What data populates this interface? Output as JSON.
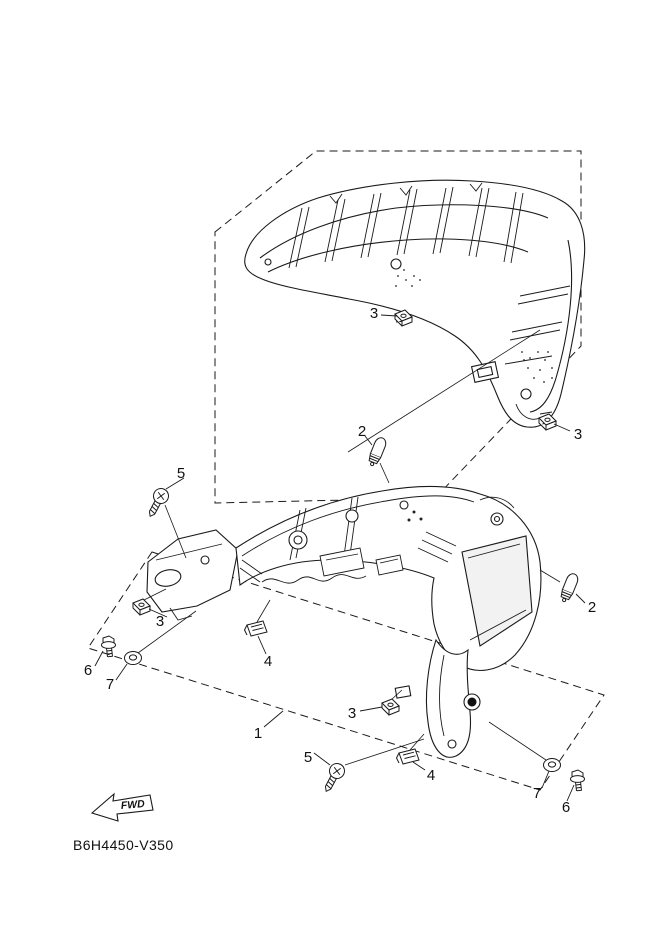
{
  "diagram": {
    "part_code": "B6H4450-V350",
    "fwd_label": "FWD",
    "callouts": [
      {
        "label": "3"
      },
      {
        "label": "3"
      },
      {
        "label": "2"
      },
      {
        "label": "5"
      },
      {
        "label": "2"
      },
      {
        "label": "3"
      },
      {
        "label": "6"
      },
      {
        "label": "7"
      },
      {
        "label": "4"
      },
      {
        "label": "3"
      },
      {
        "label": "1"
      },
      {
        "label": "5"
      },
      {
        "label": "4"
      },
      {
        "label": "7"
      },
      {
        "label": "6"
      }
    ],
    "colors": {
      "ink": "#1a1a1a",
      "background": "#ffffff",
      "lens_fill": "#f2f2f2"
    }
  }
}
